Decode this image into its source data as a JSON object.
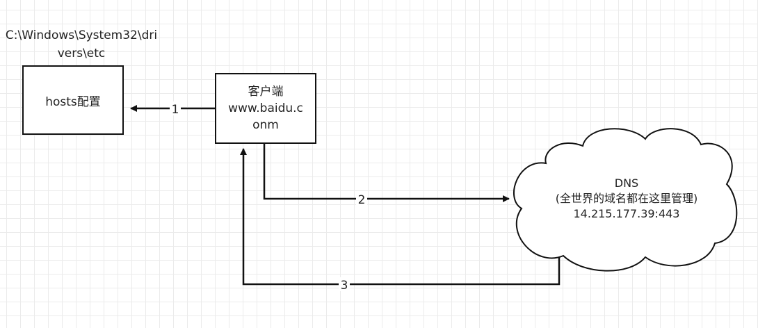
{
  "hosts_path": {
    "line1": "C:\\Windows\\System32\\dri",
    "line2": "vers\\etc"
  },
  "hosts_box": {
    "label": "hosts配置"
  },
  "client_box": {
    "line1": "客户端",
    "line2": "www.baidu.c",
    "line3": "onm"
  },
  "dns_cloud": {
    "line1": "DNS",
    "line2": "(全世界的域名都在这里管理)",
    "line3": "14.215.177.39:443"
  },
  "edges": [
    {
      "label": "1"
    },
    {
      "label": "2"
    },
    {
      "label": "3"
    }
  ]
}
